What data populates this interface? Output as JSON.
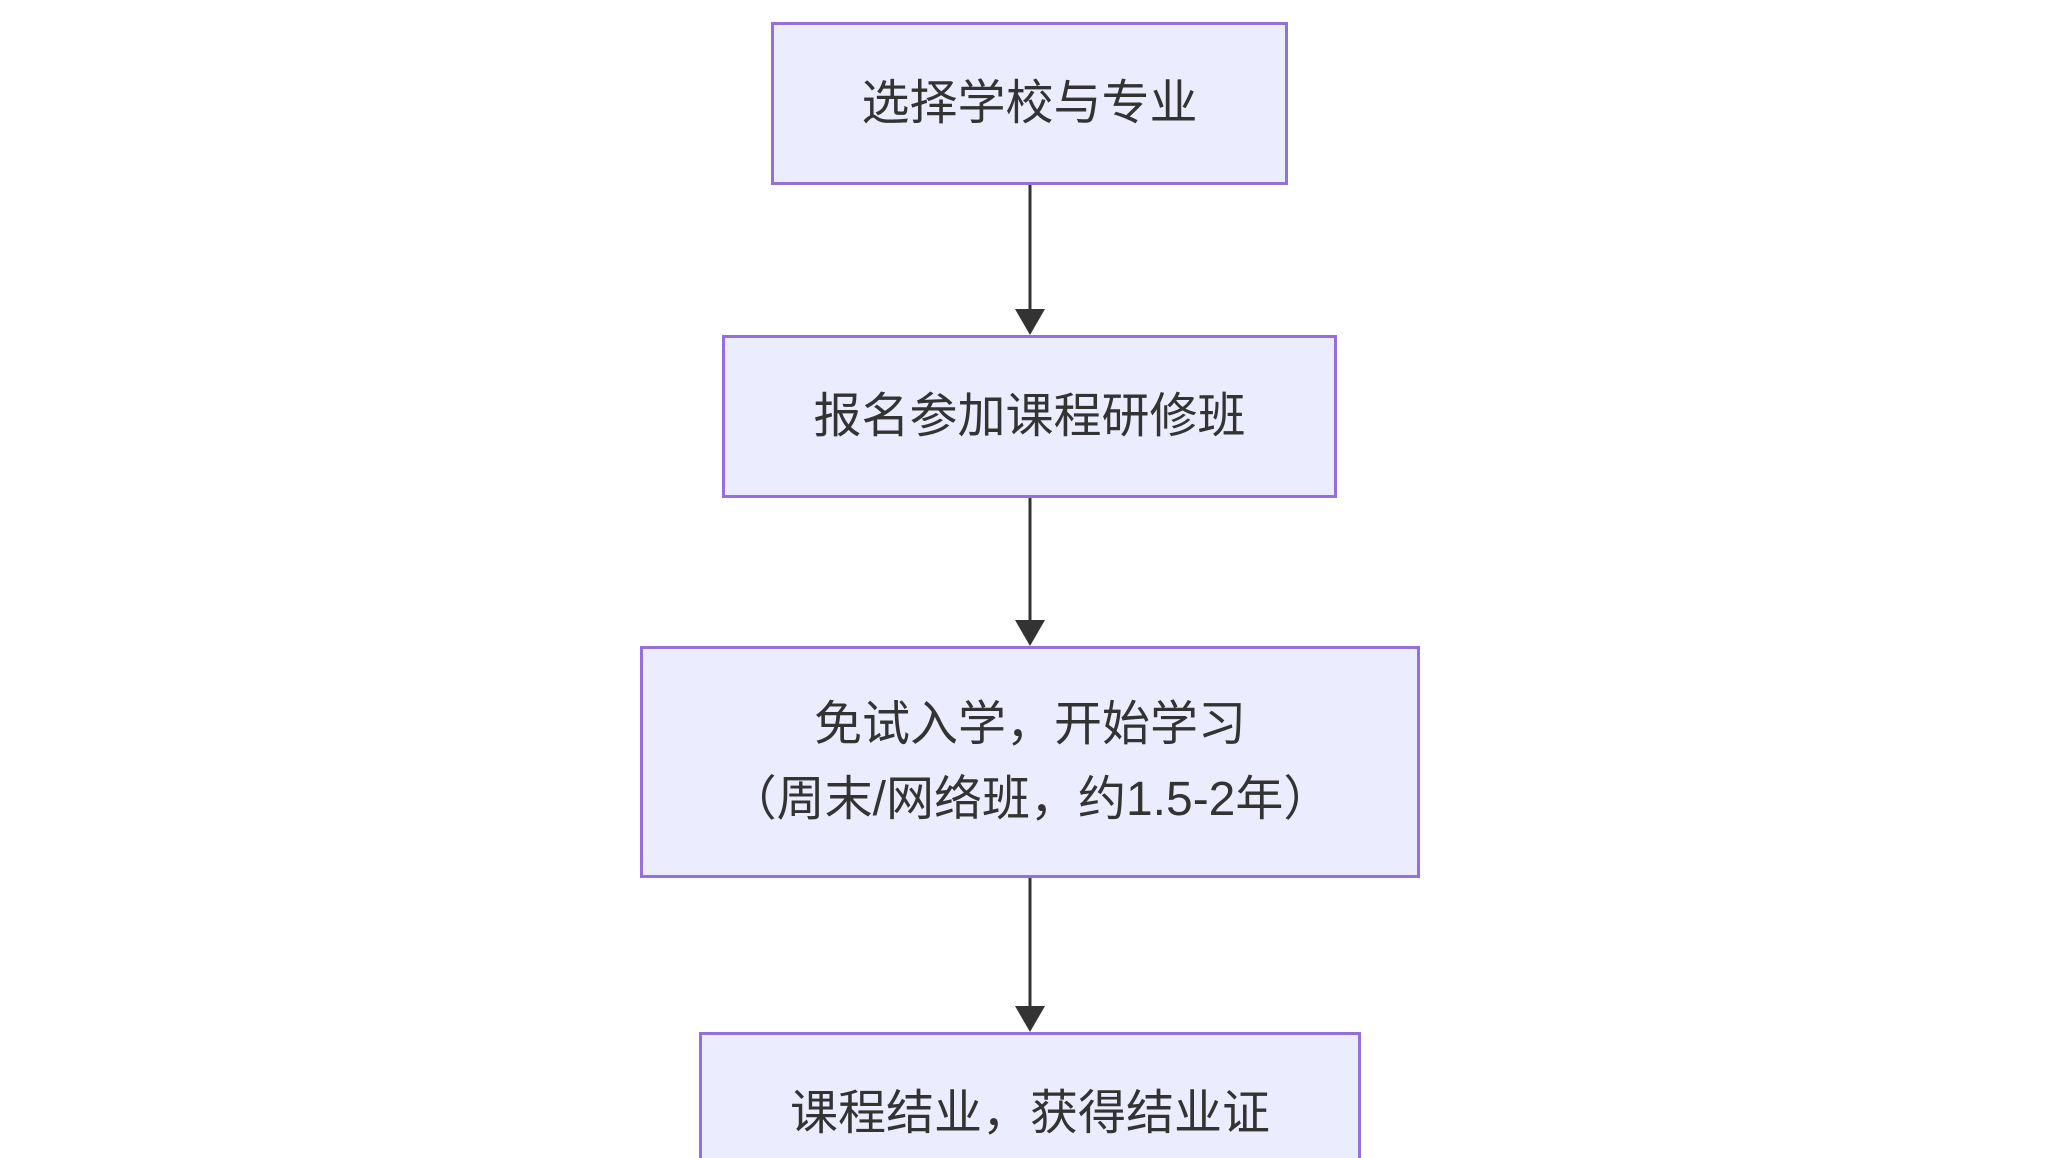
{
  "diagram": {
    "type": "flowchart",
    "direction": "top-down",
    "colors": {
      "background": "#FFFFFF",
      "node_fill": "#ECECFF",
      "node_border": "#9370DB",
      "text": "#333333",
      "arrow": "#333333"
    },
    "nodes": [
      {
        "id": "choose-school",
        "lines": [
          "选择学校与专业"
        ]
      },
      {
        "id": "register-course",
        "lines": [
          "报名参加课程研修班"
        ]
      },
      {
        "id": "study",
        "lines": [
          "免试入学，开始学习",
          "（周末/网络班，约1.5-2年）"
        ]
      },
      {
        "id": "completion",
        "lines": [
          "课程结业，获得结业证"
        ]
      }
    ],
    "edges": [
      {
        "from": "choose-school",
        "to": "register-course"
      },
      {
        "from": "register-course",
        "to": "study"
      },
      {
        "from": "study",
        "to": "completion"
      }
    ]
  }
}
